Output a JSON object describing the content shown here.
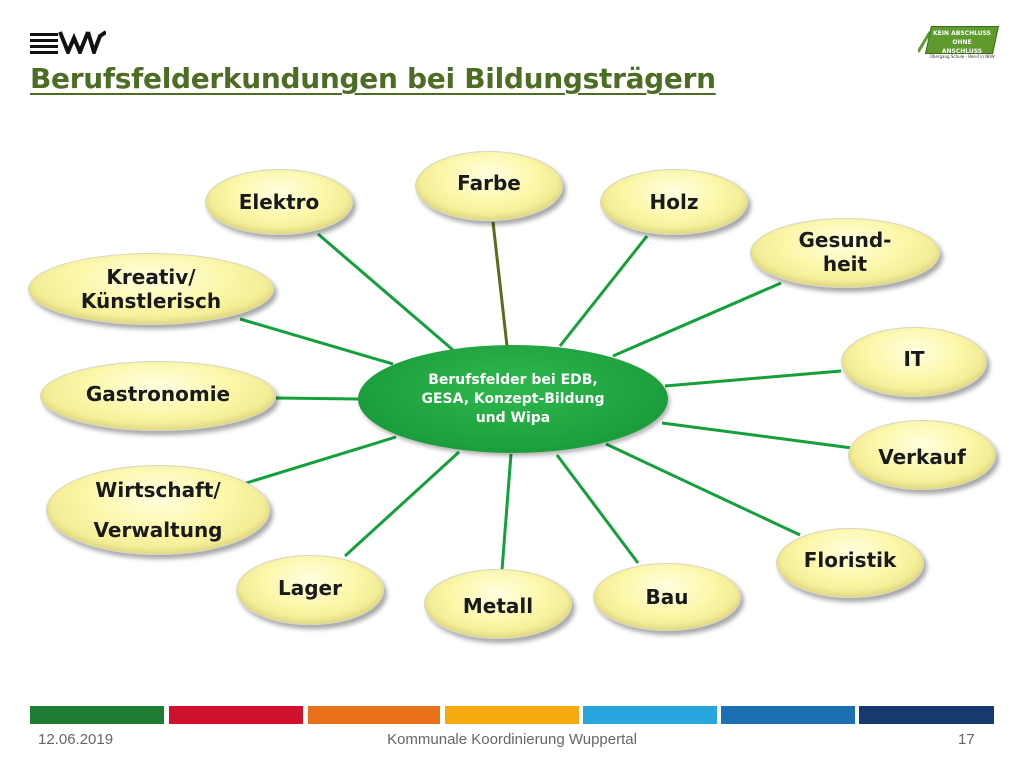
{
  "header": {
    "title": "Berufsfelderkundungen bei Bildungsträgern",
    "logo_right": {
      "line1": "KEIN ABSCHLUSS",
      "line2": "OHNE ANSCHLUSS",
      "subline": "Übergang Schule - Beruf in NRW"
    }
  },
  "center": {
    "text": "Berufsfelder bei EDB,\nGESA, Konzept-Bildung\nund Wipa"
  },
  "bubbles": {
    "elektro": "Elektro",
    "farbe": "Farbe",
    "holz": "Holz",
    "gesundheit": "Gesund-\nheit",
    "kreativ": "Kreativ/\nKünstlerisch",
    "it": "IT",
    "gastronomie": "Gastronomie",
    "verkauf": "Verkauf",
    "wirtschaft": "Wirtschaft/\nVerwaltung",
    "floristik": "Floristik",
    "lager": "Lager",
    "metall": "Metall",
    "bau": "Bau"
  },
  "colors": {
    "connector": "#14a03a",
    "title": "#4d6c24",
    "stripes": [
      "#1e7d32",
      "#d0112b",
      "#e8711a",
      "#f5ab0f",
      "#27a7de",
      "#1c6fb3",
      "#163a6e"
    ]
  },
  "footer": {
    "date": "12.06.2019",
    "center": "Kommunale Koordinierung Wuppertal",
    "page": "17"
  }
}
